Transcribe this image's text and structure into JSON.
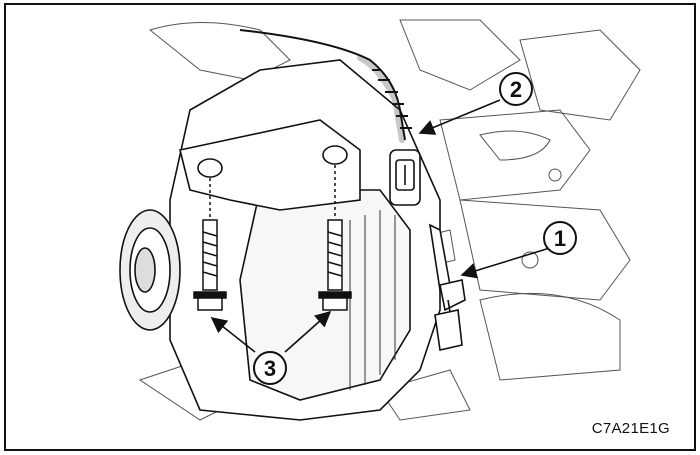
{
  "figure": {
    "code": "C7A21E1G",
    "callouts": [
      {
        "label": "1"
      },
      {
        "label": "2"
      },
      {
        "label": "3"
      }
    ]
  }
}
